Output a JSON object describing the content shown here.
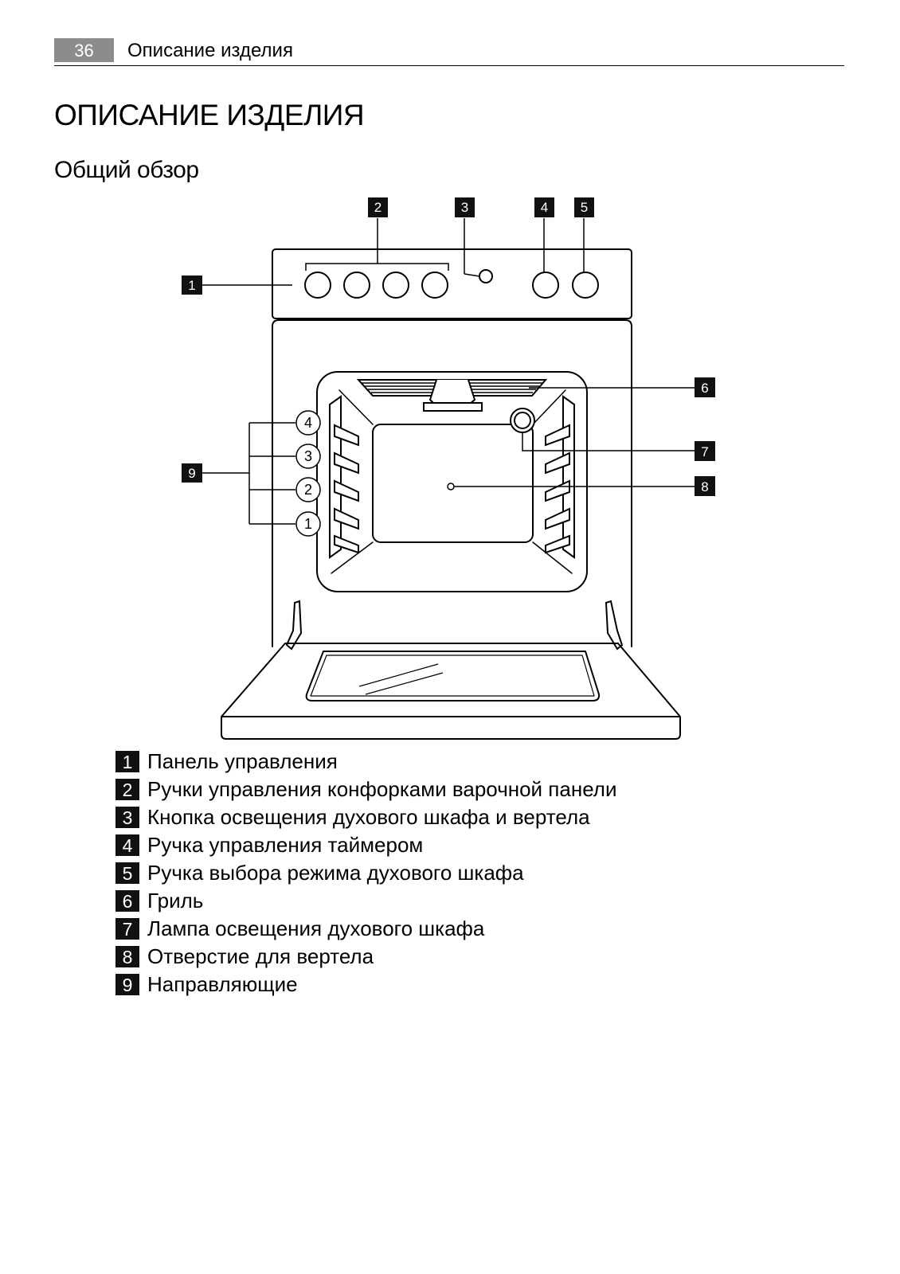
{
  "header": {
    "page_number": "36",
    "running_title": "Описание изделия"
  },
  "title": "ОПИСАНИЕ ИЗДЕЛИЯ",
  "section_title": "Общий обзор",
  "diagram": {
    "callouts": [
      "1",
      "2",
      "3",
      "4",
      "5",
      "6",
      "7",
      "8",
      "9"
    ],
    "shelf_levels": [
      "4",
      "3",
      "2",
      "1"
    ]
  },
  "legend": [
    {
      "num": "1",
      "text": "Панель управления"
    },
    {
      "num": "2",
      "text": "Ручки управления конфорками варочной панели"
    },
    {
      "num": "3",
      "text": "Кнопка освещения духового шкафа и вертела"
    },
    {
      "num": "4",
      "text": "Ручка управления таймером"
    },
    {
      "num": "5",
      "text": "Ручка выбора режима духового шкафа"
    },
    {
      "num": "6",
      "text": "Гриль"
    },
    {
      "num": "7",
      "text": "Лампа освещения духового шкафа"
    },
    {
      "num": "8",
      "text": "Отверстие для вертела"
    },
    {
      "num": "9",
      "text": "Направляющие"
    }
  ]
}
